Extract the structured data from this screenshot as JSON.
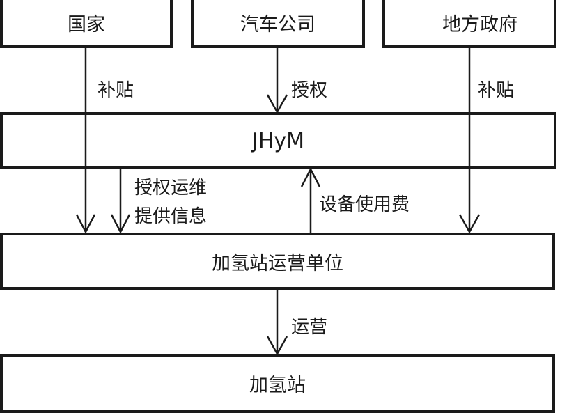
{
  "nodes": {
    "country": "国家",
    "automaker": "汽车公司",
    "local_government": "地方政府",
    "jhym": "JHyM",
    "operator": "加氢站运营单位",
    "station": "加氢站"
  },
  "edges": {
    "country_subsidy": "补贴",
    "automaker_authorize": "授权",
    "local_subsidy": "补贴",
    "jhym_authorize_om": "授权运维",
    "jhym_provide_info": "提供信息",
    "equipment_fee": "设备使用费",
    "operate": "运营"
  }
}
